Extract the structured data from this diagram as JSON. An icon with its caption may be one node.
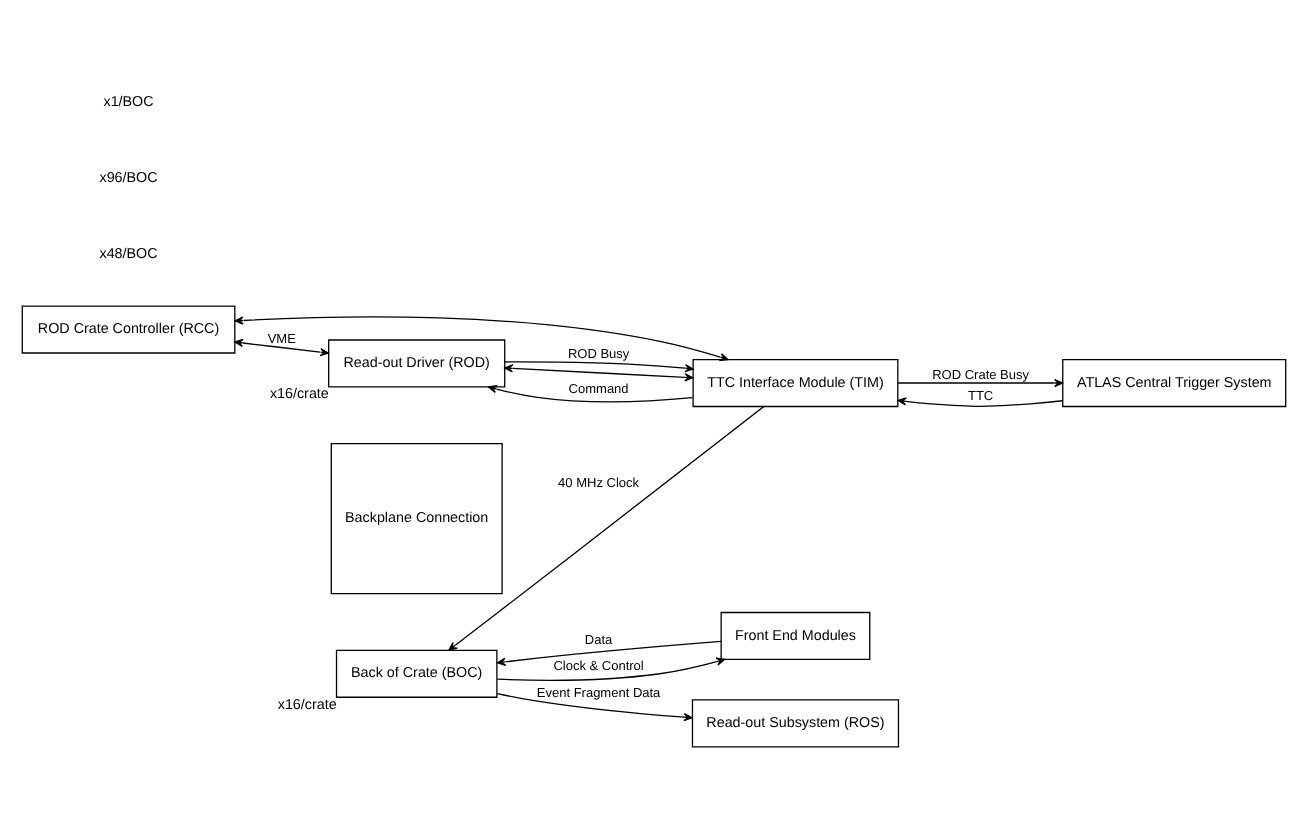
{
  "diagram": {
    "nodes": [
      {
        "text": [
          "ROD Crate Controller (RCC)"
        ]
      },
      {
        "text": [
          "Read-out Driver (ROD)"
        ],
        "beside": [
          "x16/crate"
        ]
      },
      {
        "text": [
          "Backplane Connection"
        ]
      },
      {
        "text": [
          "Back of Crate (BOC)"
        ],
        "beside": [
          "x16/crate"
        ]
      },
      {
        "text": [
          "Front End Modules"
        ]
      },
      {
        "text": [
          "ATLAS Central Trigger System"
        ]
      },
      {
        "text": [
          "TTC Interface Module (TIM)"
        ]
      },
      {
        "text": [
          "Read-out Subsystem (ROS)"
        ]
      }
    ],
    "edges": [
      {
        "from": 0,
        "to": 1,
        "arrow": "both",
        "label": "VME"
      },
      {
        "from": 0,
        "to": 6,
        "arrow": "both"
      },
      {
        "from": 6,
        "to": 1,
        "arrow": "both"
      },
      {
        "from": 3,
        "to": 4,
        "arrow": "to",
        "label": "Clock & Control"
      },
      {
        "from": 4,
        "to": 3,
        "arrow": "to",
        "label": "Data"
      },
      {
        "from": 3,
        "to": 7,
        "arrow": "to",
        "label": "Event Fragment Data"
      },
      {
        "from": 6,
        "to": 5,
        "arrow": "to",
        "label": "ROD Crate Busy"
      },
      {
        "from": 5,
        "to": 6,
        "arrow": "to",
        "label": "TTC"
      },
      {
        "from": 1,
        "to": 6,
        "arrow": "to",
        "label": "ROD Busy"
      },
      {
        "from": 6,
        "to": 1,
        "arrow": "to",
        "label": "Command"
      },
      {
        "from": 6,
        "to": 3,
        "arrow": "to",
        "label": "40 MHz Clock"
      }
    ],
    "labels": [
      "x48/BOC",
      "x96/BOC",
      "x1/BOC"
    ]
  }
}
